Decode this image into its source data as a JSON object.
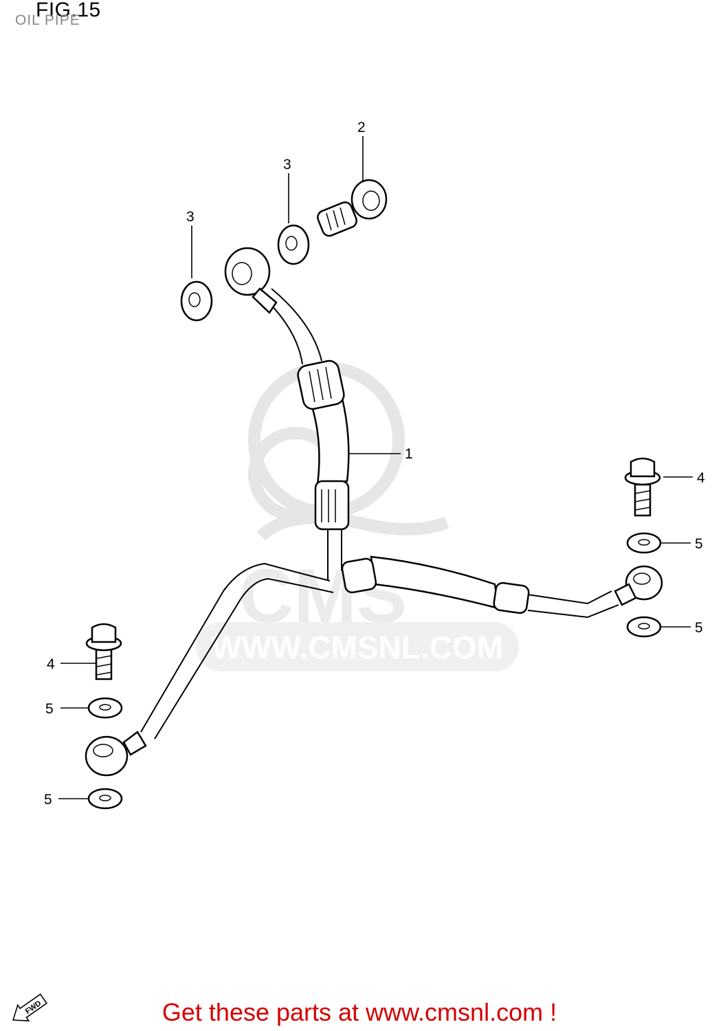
{
  "figure": {
    "title": "FIG.15",
    "subtitle": "OIL PIPE"
  },
  "callouts": {
    "c1": "1",
    "c2": "2",
    "c3a": "3",
    "c3b": "3",
    "c4a": "4",
    "c4b": "4",
    "c5a": "5",
    "c5b": "5",
    "c5c": "5",
    "c5d": "5"
  },
  "watermark": {
    "brand": "CMS",
    "url": "WWW.CMSNL.COM"
  },
  "fwd_label": "FWD",
  "footer": {
    "cta": "Get these parts at www.cmsnl.com !"
  },
  "colors": {
    "cta": "#d60000",
    "watermark": "#e6e6e6"
  }
}
